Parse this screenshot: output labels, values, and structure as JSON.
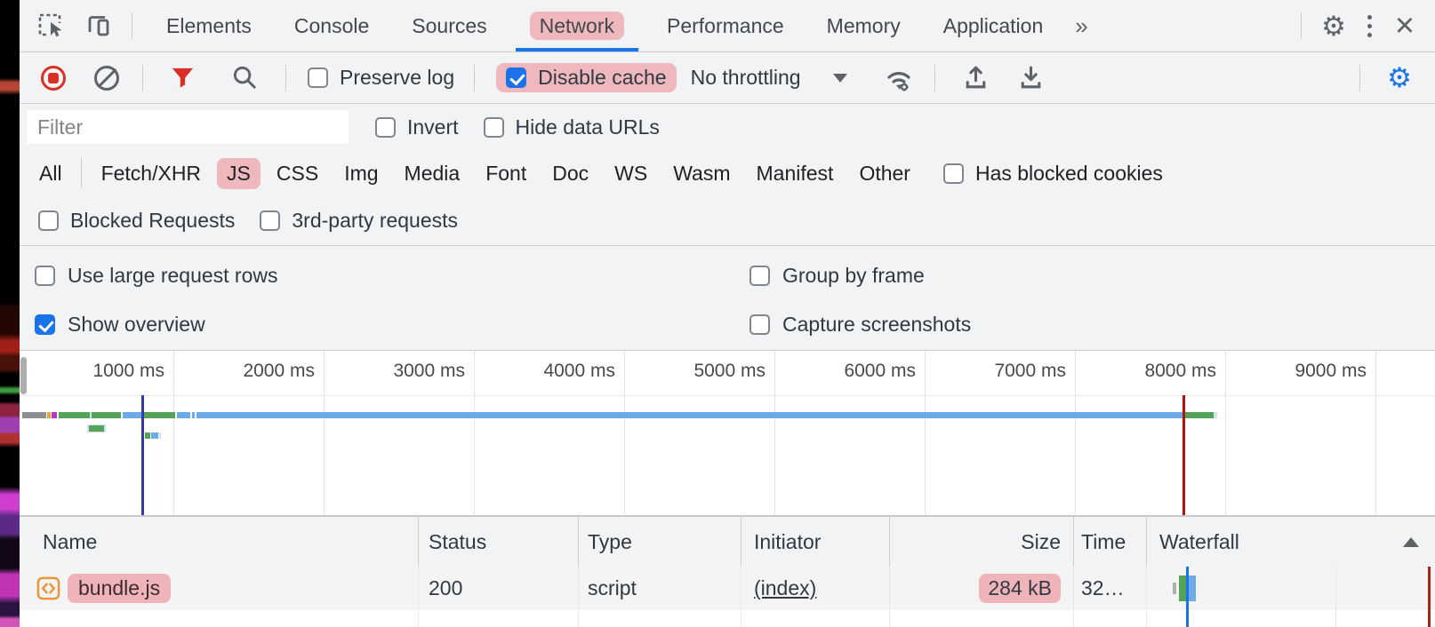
{
  "annotations_highlighted": [
    "Network",
    "Disable cache",
    "JS",
    "bundle.js",
    "284 kB"
  ],
  "colors": {
    "accent_blue": "#1a73e8",
    "record_red": "#d93025",
    "annotation_pink": "#e96771",
    "dcl_marker": "#3538a8",
    "load_marker": "#b31412",
    "bar_green": "#54a357",
    "bar_blue": "#6cabe8",
    "bar_gray": "#8a8f94",
    "bar_orange": "#e8a33d",
    "bar_magenta": "#b93ab9"
  },
  "tabbar": {
    "tabs": [
      "Elements",
      "Console",
      "Sources",
      "Network",
      "Performance",
      "Memory",
      "Application"
    ],
    "active_tab": "Network",
    "overflow_chevron": "»"
  },
  "toolbar": {
    "preserve_log_label": "Preserve log",
    "preserve_log_checked": false,
    "disable_cache_label": "Disable cache",
    "disable_cache_checked": true,
    "throttling_value": "No throttling"
  },
  "filter_bar": {
    "filter_placeholder": "Filter",
    "invert_label": "Invert",
    "invert_checked": false,
    "hide_data_urls_label": "Hide data URLs",
    "hide_data_urls_checked": false
  },
  "type_filters": {
    "items": [
      "All",
      "Fetch/XHR",
      "JS",
      "CSS",
      "Img",
      "Media",
      "Font",
      "Doc",
      "WS",
      "Wasm",
      "Manifest",
      "Other"
    ],
    "highlighted": "JS",
    "has_blocked_cookies_label": "Has blocked cookies",
    "has_blocked_cookies_checked": false
  },
  "request_filters": {
    "blocked_requests_label": "Blocked Requests",
    "blocked_requests_checked": false,
    "third_party_label": "3rd-party requests",
    "third_party_checked": false
  },
  "options": {
    "use_large_rows_label": "Use large request rows",
    "use_large_rows_checked": false,
    "group_by_frame_label": "Group by frame",
    "group_by_frame_checked": false,
    "show_overview_label": "Show overview",
    "show_overview_checked": true,
    "capture_screenshots_label": "Capture screenshots",
    "capture_screenshots_checked": false
  },
  "timeline": {
    "ticks": [
      "1000 ms",
      "2000 ms",
      "3000 ms",
      "4000 ms",
      "5000 ms",
      "6000 ms",
      "7000 ms",
      "8000 ms",
      "9000 ms"
    ]
  },
  "table": {
    "columns": [
      "Name",
      "Status",
      "Type",
      "Initiator",
      "Size",
      "Time",
      "Waterfall"
    ],
    "rows": [
      {
        "name": "bundle.js",
        "status": "200",
        "type": "script",
        "initiator": "(index)",
        "size": "284 kB",
        "time": "32…"
      }
    ]
  }
}
